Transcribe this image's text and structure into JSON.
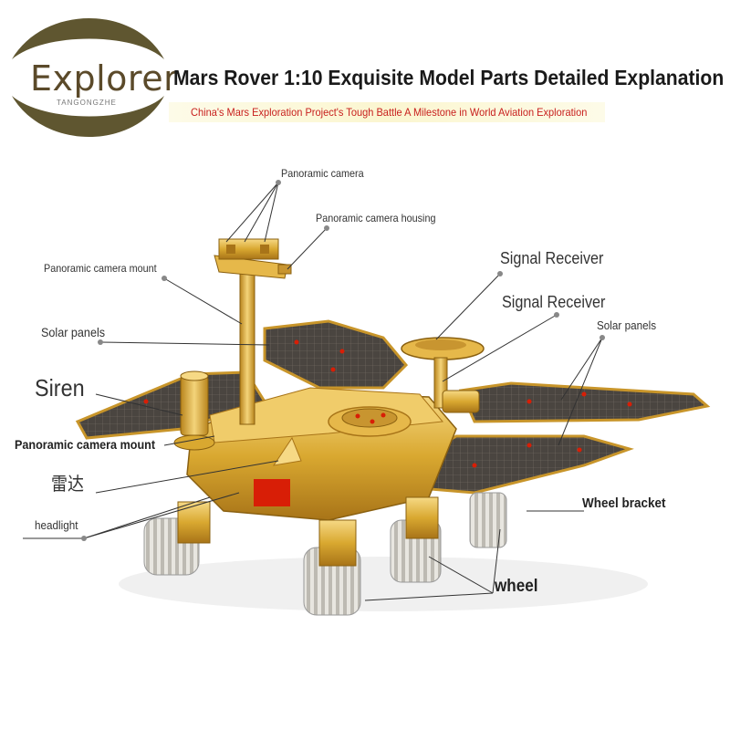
{
  "logo": {
    "name": "Explorer",
    "sub": "TANGONGZHE"
  },
  "header": {
    "title": "Mars Rover 1:10 Exquisite Model Parts Detailed Explanation",
    "subtitle": "China's Mars Exploration Project's Tough Battle A Milestone in World Aviation Exploration"
  },
  "labels": {
    "panoramic_camera": "Panoramic camera",
    "panoramic_camera_housing": "Panoramic camera housing",
    "panoramic_camera_mount_top": "Panoramic camera mount",
    "signal_receiver_1": "Signal Receiver",
    "signal_receiver_2": "Signal Receiver",
    "solar_panels_left": "Solar panels",
    "solar_panels_right": "Solar panels",
    "siren": "Siren",
    "panoramic_camera_mount_bottom": "Panoramic camera mount",
    "radar": "雷达",
    "headlight": "headlight",
    "wheel_bracket": "Wheel bracket",
    "wheel": "wheel"
  },
  "colors": {
    "gold": "#d9a830",
    "gold_light": "#f3d27a",
    "panel": "#4a4540",
    "flag_red": "#d81e06",
    "title_red": "#c8201e",
    "logo_olive": "#5f5630"
  }
}
